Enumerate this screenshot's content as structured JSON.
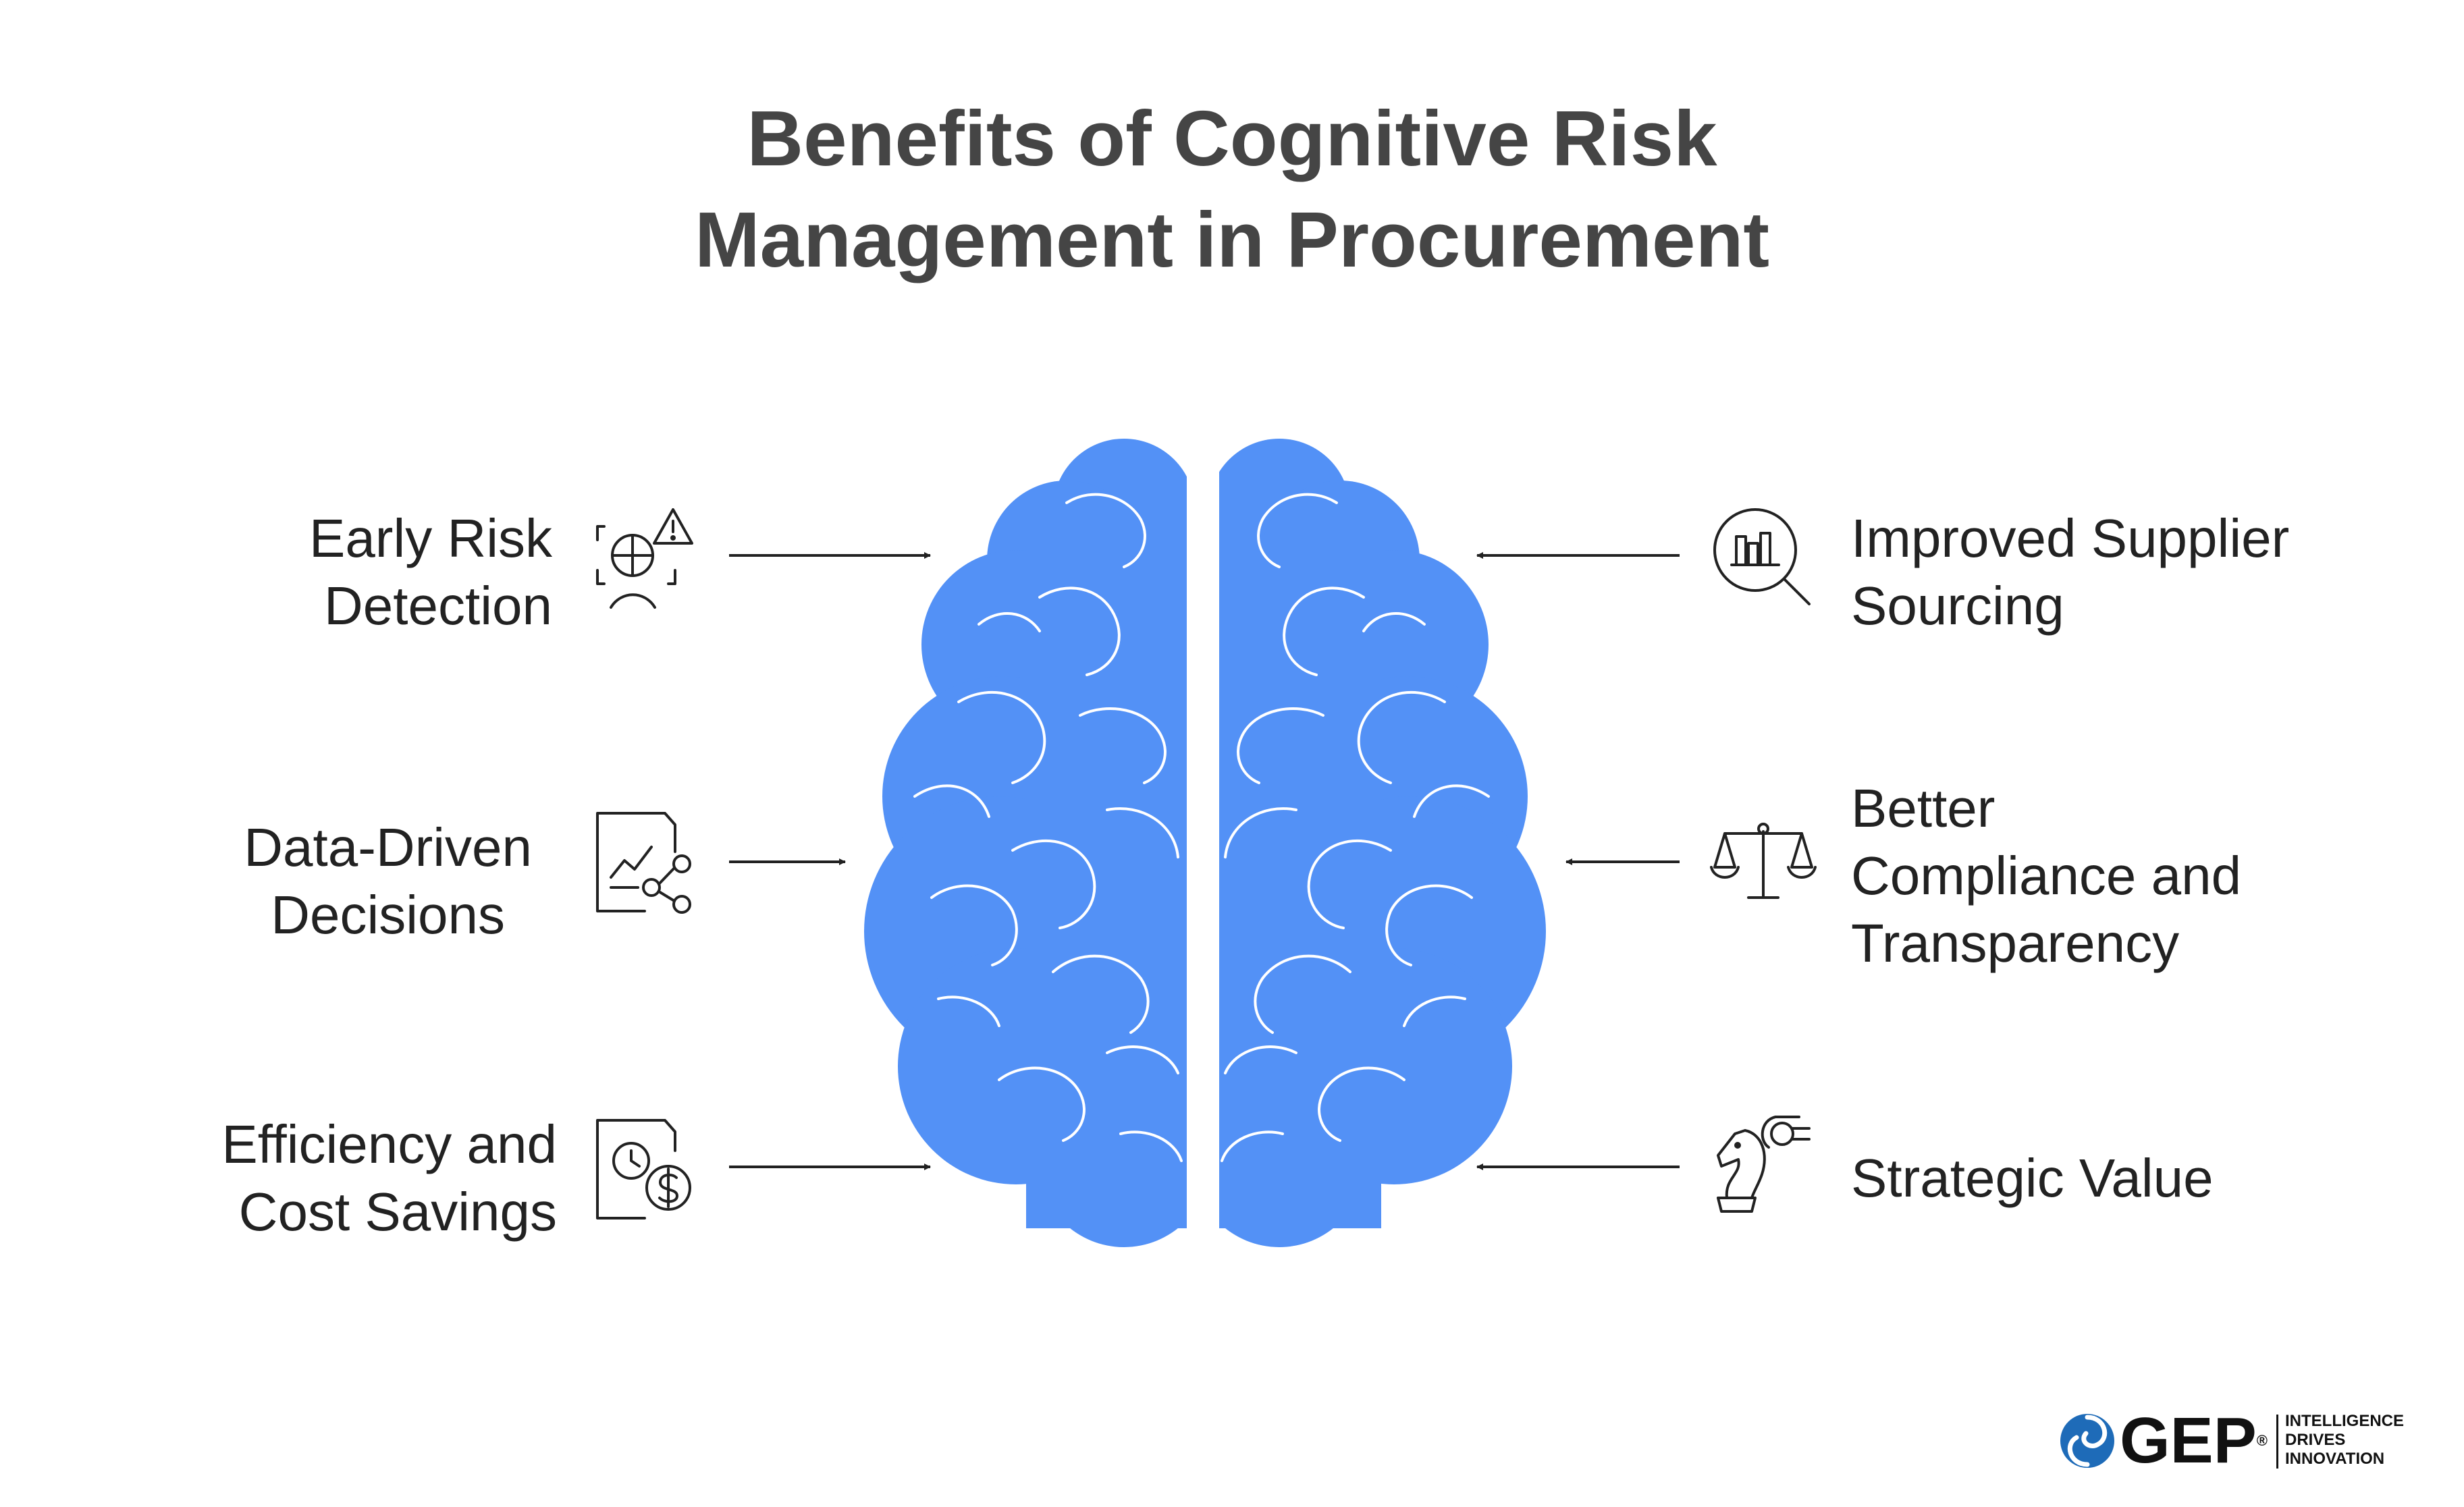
{
  "title": {
    "line1": "Benefits of Cognitive Risk",
    "line2": "Management in Procurement"
  },
  "benefits_left": [
    {
      "line1": "Early Risk",
      "line2": "Detection",
      "icon": "risk-detection-icon"
    },
    {
      "line1": "Data-Driven",
      "line2": "Decisions",
      "icon": "data-chart-icon"
    },
    {
      "line1": "Efficiency and",
      "line2": "Cost Savings",
      "icon": "cost-savings-icon"
    }
  ],
  "benefits_right": [
    {
      "line1": "Improved Supplier",
      "line2": "Sourcing",
      "icon": "supplier-search-icon"
    },
    {
      "line1": "Better",
      "line2": "Compliance and",
      "line3": "Transparency",
      "icon": "scales-icon"
    },
    {
      "line1": "Strategic Value",
      "icon": "chess-knight-icon"
    }
  ],
  "colors": {
    "brain": "#5391f6",
    "title": "#454545",
    "text": "#222222",
    "logo_blue": "#1e6bb8"
  },
  "logo": {
    "brand": "GEP",
    "registered": "®",
    "tagline": [
      "INTELLIGENCE",
      "DRIVES",
      "INNOVATION"
    ]
  }
}
